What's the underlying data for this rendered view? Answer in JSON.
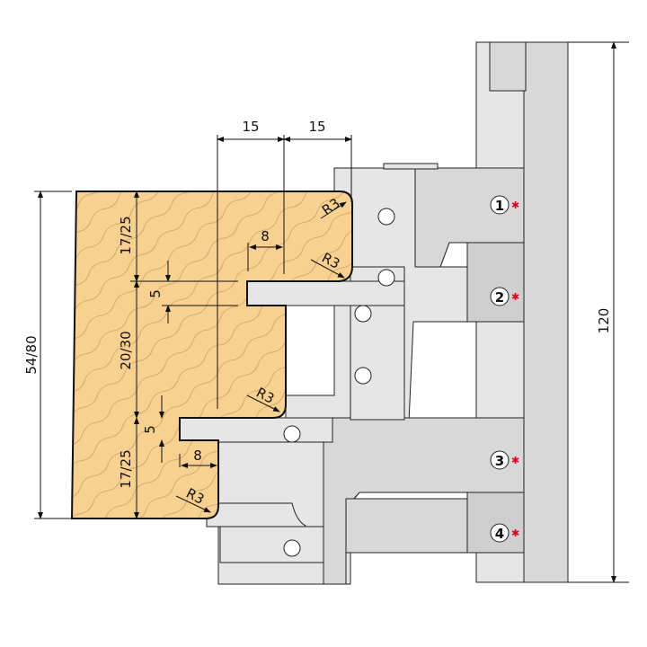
{
  "dimensions": {
    "width_left": "15",
    "width_right": "15",
    "total_height": "54/80",
    "top_section": "17/25",
    "middle_section": "20/30",
    "bottom_section": "17/25",
    "groove_depth_top": "8",
    "groove_depth_bottom": "8",
    "groove_width_top": "5",
    "groove_width_bottom": "5",
    "radius_1": "R3",
    "radius_2": "R3",
    "radius_3": "R3",
    "radius_4": "R3",
    "tool_height": "120"
  },
  "cutters": [
    {
      "label": "1"
    },
    {
      "label": "2"
    },
    {
      "label": "3"
    },
    {
      "label": "4"
    }
  ],
  "colors": {
    "wood": "#f8d190",
    "grain": "#c9a06a",
    "tool": "#e6e6e6",
    "marker": "#e0001b"
  }
}
